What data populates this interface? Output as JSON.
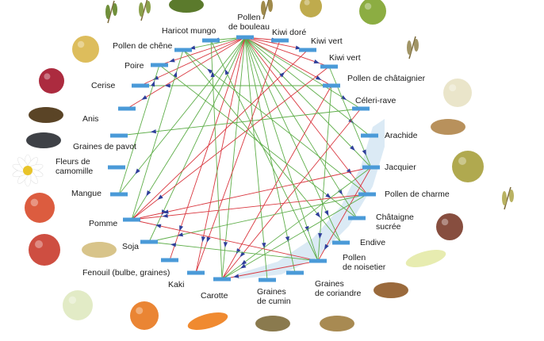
{
  "colors": {
    "node": "#4a9ad8",
    "red_link": "#d9363e",
    "green_link": "#5fae4a",
    "arrow": "#2f3f9a",
    "band": "#cfe3f2"
  },
  "nodes": [
    {
      "id": "bouleau",
      "label": "Pollen\nde bouleau"
    },
    {
      "id": "kiwidore",
      "label": "Kiwi doré"
    },
    {
      "id": "kiwivert1",
      "label": "Kiwi vert"
    },
    {
      "id": "kiwivert2",
      "label": "Kiwi vert"
    },
    {
      "id": "chataignier",
      "label": "Pollen de châtaignier"
    },
    {
      "id": "celeri",
      "label": "Céleri-rave"
    },
    {
      "id": "arachide",
      "label": "Arachide"
    },
    {
      "id": "jacquier",
      "label": "Jacquier"
    },
    {
      "id": "charme",
      "label": "Pollen de charme"
    },
    {
      "id": "chataigne",
      "label": "Châtaigne\nsucrée"
    },
    {
      "id": "endive",
      "label": "Endive"
    },
    {
      "id": "noisetier",
      "label": "Pollen\nde noisetier"
    },
    {
      "id": "coriandre",
      "label": "Graines\nde coriandre"
    },
    {
      "id": "cumin",
      "label": "Graines\nde cumin"
    },
    {
      "id": "carotte",
      "label": "Carotte"
    },
    {
      "id": "kaki",
      "label": "Kaki"
    },
    {
      "id": "fenouil",
      "label": "Fenouil (bulbe, graines)"
    },
    {
      "id": "soja",
      "label": "Soja"
    },
    {
      "id": "pomme",
      "label": "Pomme"
    },
    {
      "id": "mangue",
      "label": "Mangue"
    },
    {
      "id": "camomille",
      "label": "Fleurs de\ncamomille"
    },
    {
      "id": "pavot",
      "label": "Graines de pavot"
    },
    {
      "id": "anis",
      "label": "Anis"
    },
    {
      "id": "cerise",
      "label": "Cerise"
    },
    {
      "id": "poire",
      "label": "Poire"
    },
    {
      "id": "chene",
      "label": "Pollen de chêne"
    },
    {
      "id": "mungo",
      "label": "Haricot mungo"
    }
  ],
  "links": [
    {
      "from": "bouleau",
      "to": "kiwidore",
      "color": "red"
    },
    {
      "from": "bouleau",
      "to": "kiwivert1",
      "color": "red"
    },
    {
      "from": "bouleau",
      "to": "kiwivert2",
      "color": "red"
    },
    {
      "from": "bouleau",
      "to": "chataignier",
      "color": "red"
    },
    {
      "from": "bouleau",
      "to": "celeri",
      "color": "green"
    },
    {
      "from": "bouleau",
      "to": "arachide",
      "color": "green"
    },
    {
      "from": "bouleau",
      "to": "jacquier",
      "color": "green"
    },
    {
      "from": "bouleau",
      "to": "charme",
      "color": "red"
    },
    {
      "from": "bouleau",
      "to": "chataigne",
      "color": "green"
    },
    {
      "from": "bouleau",
      "to": "endive",
      "color": "green"
    },
    {
      "from": "bouleau",
      "to": "noisetier",
      "color": "green"
    },
    {
      "from": "bouleau",
      "to": "coriandre",
      "color": "green"
    },
    {
      "from": "bouleau",
      "to": "cumin",
      "color": "green"
    },
    {
      "from": "bouleau",
      "to": "carotte",
      "color": "green"
    },
    {
      "from": "bouleau",
      "to": "kaki",
      "color": "red"
    },
    {
      "from": "bouleau",
      "to": "fenouil",
      "color": "red"
    },
    {
      "from": "bouleau",
      "to": "soja",
      "color": "green"
    },
    {
      "from": "bouleau",
      "to": "pomme",
      "color": "green"
    },
    {
      "from": "bouleau",
      "to": "mangue",
      "color": "green"
    },
    {
      "from": "bouleau",
      "to": "anis",
      "color": "red"
    },
    {
      "from": "bouleau",
      "to": "cerise",
      "color": "red"
    },
    {
      "from": "bouleau",
      "to": "poire",
      "color": "red"
    },
    {
      "from": "bouleau",
      "to": "chene",
      "color": "green"
    },
    {
      "from": "bouleau",
      "to": "mungo",
      "color": "green"
    },
    {
      "from": "chataignier",
      "to": "cerise",
      "color": "green"
    },
    {
      "from": "chataignier",
      "to": "noisetier",
      "color": "green"
    },
    {
      "from": "chataignier",
      "to": "carotte",
      "color": "red"
    },
    {
      "from": "celeri",
      "to": "pavot",
      "color": "green"
    },
    {
      "from": "celeri",
      "to": "carotte",
      "color": "red"
    },
    {
      "from": "kiwivert2",
      "to": "pomme",
      "color": "red"
    },
    {
      "from": "kiwivert2",
      "to": "jacquier",
      "color": "green"
    },
    {
      "from": "jacquier",
      "to": "noisetier",
      "color": "red"
    },
    {
      "from": "jacquier",
      "to": "carotte",
      "color": "green"
    },
    {
      "from": "jacquier",
      "to": "pomme",
      "color": "red"
    },
    {
      "from": "charme",
      "to": "pomme",
      "color": "red"
    },
    {
      "from": "charme",
      "to": "soja",
      "color": "green"
    },
    {
      "from": "charme",
      "to": "carotte",
      "color": "green"
    },
    {
      "from": "charme",
      "to": "chene",
      "color": "green"
    },
    {
      "from": "noisetier",
      "to": "pomme",
      "color": "red"
    },
    {
      "from": "noisetier",
      "to": "mungo",
      "color": "green"
    },
    {
      "from": "noisetier",
      "to": "carotte",
      "color": "red"
    },
    {
      "from": "noisetier",
      "to": "soja",
      "color": "green"
    },
    {
      "from": "pomme",
      "to": "chene",
      "color": "green"
    },
    {
      "from": "pomme",
      "to": "kiwivert1",
      "color": "red"
    },
    {
      "from": "mangue",
      "to": "poire",
      "color": "green"
    },
    {
      "from": "kiwidore",
      "to": "kaki",
      "color": "red"
    },
    {
      "from": "chene",
      "to": "endive",
      "color": "green"
    },
    {
      "from": "poire",
      "to": "chataigne",
      "color": "green"
    },
    {
      "from": "carotte",
      "to": "mungo",
      "color": "green"
    }
  ],
  "images": [
    "branch-icon",
    "hops-icon",
    "mung-beans-icon",
    "seeds-icon",
    "golden-kiwi-icon",
    "green-kiwi-icon",
    "birch-catkin-icon",
    "celeriac-icon",
    "peanut-icon",
    "jackfruit-icon",
    "hornbeam-catkin-icon",
    "chestnut-icon",
    "endive-icon",
    "hazelnut-icon",
    "coriander-seeds-icon",
    "cumin-seeds-icon",
    "carrot-icon",
    "persimmon-icon",
    "fennel-icon",
    "soybean-icon",
    "apple-icon",
    "mango-icon",
    "chamomile-icon",
    "poppy-seeds-icon",
    "anise-icon",
    "cherry-icon",
    "pear-icon"
  ]
}
